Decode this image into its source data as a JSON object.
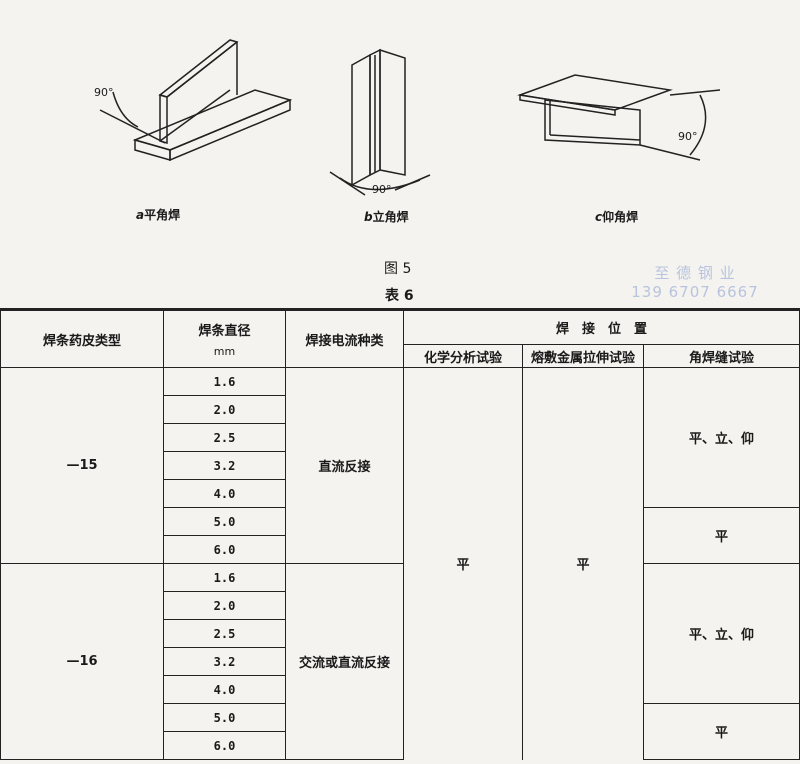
{
  "figure": {
    "angle_label": "90°",
    "captions": [
      {
        "letter": "a",
        "text": "平角焊"
      },
      {
        "letter": "b",
        "text": "立角焊"
      },
      {
        "letter": "c",
        "text": "仰角焊"
      }
    ],
    "title": "图 5"
  },
  "watermark": {
    "name": "至 德 钢 业",
    "phone": "139 6707 6667"
  },
  "table": {
    "title": "表 6",
    "headers": {
      "type": "焊条药皮类型",
      "diameter": "焊条直径",
      "diameter_unit": "mm",
      "current": "焊接电流种类",
      "position": "焊　接　位　置",
      "chem": "化学分析试验",
      "tensile": "熔敷金属拉伸试验",
      "fillet": "角焊缝试验"
    },
    "groups": [
      {
        "type": "—15",
        "current": "直流反接",
        "diameters": [
          "1.6",
          "2.0",
          "2.5",
          "3.2",
          "4.0",
          "5.0",
          "6.0"
        ],
        "fillet_a": "平、立、仰",
        "fillet_b": "平"
      },
      {
        "type": "—16",
        "current": "交流或直流反接",
        "diameters": [
          "1.6",
          "2.0",
          "2.5",
          "3.2",
          "4.0",
          "5.0",
          "6.0"
        ],
        "fillet_a": "平、立、仰",
        "fillet_b": "平"
      }
    ],
    "chem_value": "平",
    "tensile_value": "平"
  }
}
